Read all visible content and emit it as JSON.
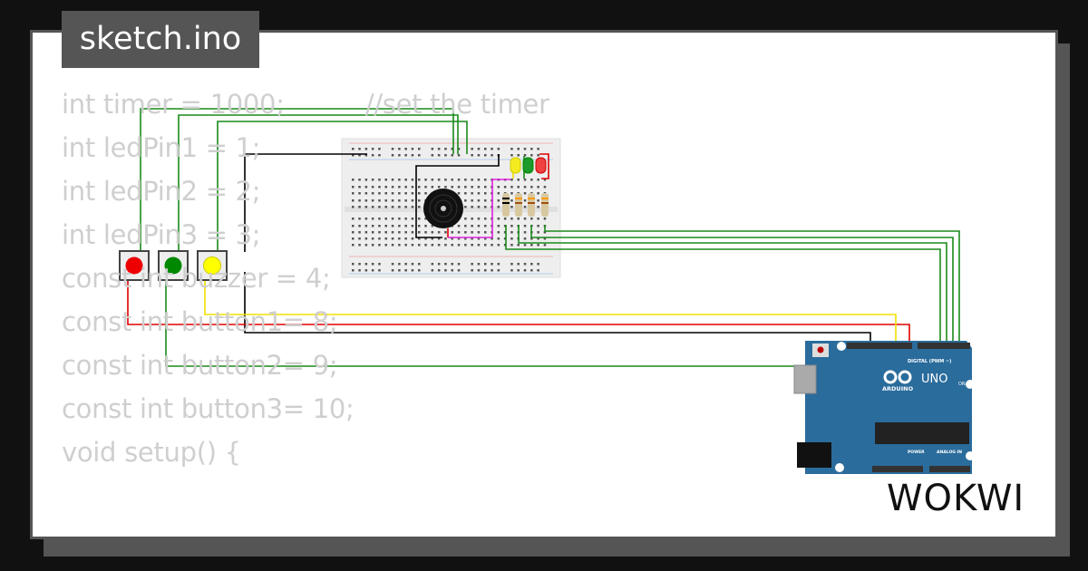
{
  "tab": {
    "title": "sketch.ino"
  },
  "code_lines": [
    "int timer = 1000;          //set the timer",
    "int ledPin1 = 1;",
    "int ledPin2 = 2;",
    "int ledPin3 = 3;",
    "const int buzzer = 4;",
    "const int button1= 8;",
    "const int button2= 9;",
    "const int button3= 10;",
    "void setup() {",
    ""
  ],
  "arduino": {
    "brand": "ARDUINO",
    "model": "UNO",
    "digital_label": "DIGITAL (PWM ~)",
    "power_label": "POWER",
    "analog_label": "ANALOG IN",
    "on_label": "ON"
  },
  "logo": {
    "text": "WOKWI"
  },
  "colors": {
    "background": "#111111",
    "card": "#ffffff",
    "tab": "#555555",
    "code_text": "#cfcfcf",
    "wire_green": "#1a8a1a",
    "wire_red": "#e00000",
    "wire_yellow": "#f0e000",
    "wire_black": "#000000",
    "wire_magenta": "#e020e0",
    "board_blue": "#2a6c9c"
  },
  "components": {
    "buttons": [
      "red",
      "green",
      "yellow"
    ],
    "leds": [
      "yellow",
      "green",
      "red"
    ],
    "buzzer": "buzzer",
    "resistors": 4
  }
}
